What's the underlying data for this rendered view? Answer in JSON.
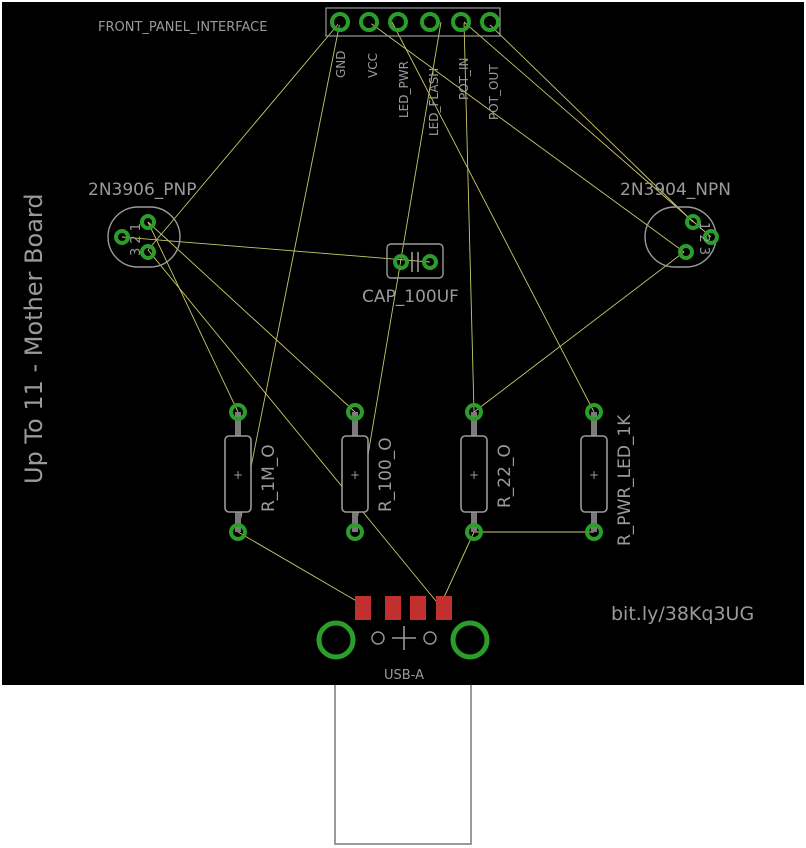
{
  "board": {
    "title": "Up To 11 - Mother Board",
    "url": "bit.ly/38Kq3UG",
    "colors": {
      "board": "#000000",
      "silkscreen": "#9a9a9a",
      "pad": "#2a9d2a",
      "smd_pad": "#c0302f",
      "airwire": "#c8c86a"
    }
  },
  "header": {
    "name": "FRONT_PANEL_INTERFACE",
    "pins": [
      "GND",
      "VCC",
      "LED_PWR",
      "LED_FLASH",
      "POT_IN",
      "POT_OUT"
    ]
  },
  "components": {
    "pnp": "2N3906_PNP",
    "npn": "2N3904_NPN",
    "pnp_pin_labels": "3 2 1",
    "npn_pin_labels": "1 2 3",
    "cap": "CAP_100UF",
    "resistors": [
      "R_1M_O",
      "R_100_O",
      "R_22_O",
      "R_PWR_LED_1K"
    ],
    "usb": "USB-A"
  }
}
